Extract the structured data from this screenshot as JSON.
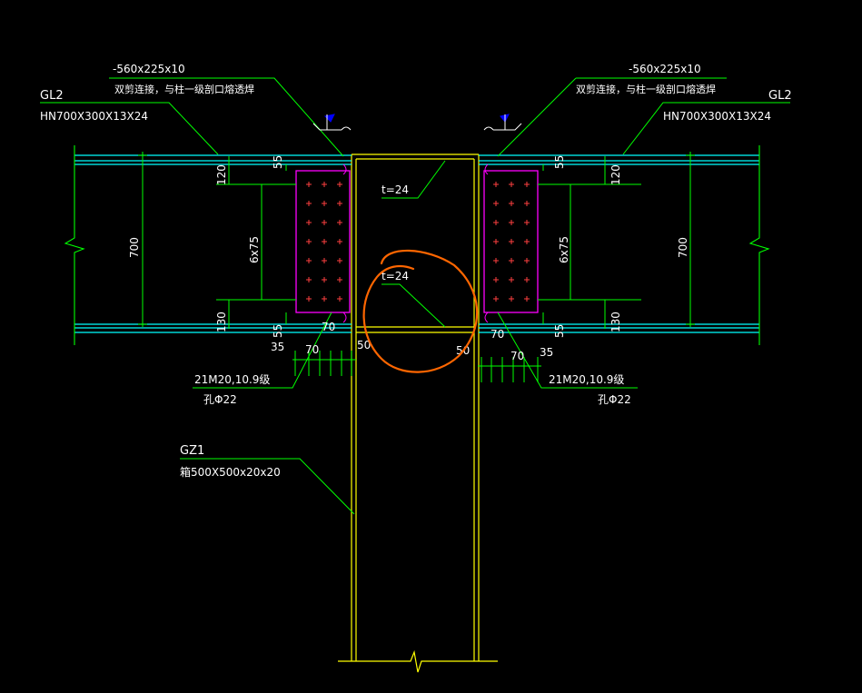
{
  "colors": {
    "background": "#000000",
    "flange": "#00ffff",
    "column": "#ffff00",
    "dimension": "#00ff00",
    "plate": "#ff00ff",
    "bolt": "#ff4040",
    "leader": "#00ff00",
    "text": "#ffffff",
    "markup": "#ff6600",
    "weld_flag": "#0000ff"
  },
  "left": {
    "plate_spec": "-560x225x10",
    "plate_note": "双剪连接，与柱一级剖口熔透焊",
    "beam_tag": "GL2",
    "beam_section": "HN700X300X13X24",
    "bolt_spec": "21M20,10.9级",
    "bolt_hole": "孔Φ22"
  },
  "right": {
    "plate_spec": "-560x225x10",
    "plate_note": "双剪连接，与柱一级剖口熔透焊",
    "beam_tag": "GL2",
    "beam_section": "HN700X300X13X24",
    "bolt_spec": "21M20,10.9级",
    "bolt_hole": "孔Φ22"
  },
  "column": {
    "tag": "GZ1",
    "section": "箱500X500x20x20",
    "stiffener_top": "t=24",
    "stiffener_bottom": "t=24"
  },
  "dimensions": {
    "beam_depth": "700",
    "top_edge": "120",
    "bottom_edge": "130",
    "bolt_pitch": "6x75",
    "plate_top_gap": "55",
    "plate_bottom_gap": "55",
    "end_distance": "35",
    "bolt_gauge": "70",
    "plate_inset": "70",
    "column_offset": "50"
  }
}
